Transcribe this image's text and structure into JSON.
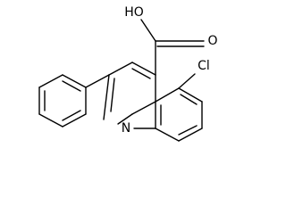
{
  "molecule": {
    "labels": {
      "hydroxyl": "HO",
      "carbonyl_oxygen": "O",
      "chlorine": "Cl",
      "ring_nitrogen": "N"
    },
    "colors": {
      "bond": "#000000",
      "text": "#000000",
      "background": "#ffffff"
    }
  }
}
